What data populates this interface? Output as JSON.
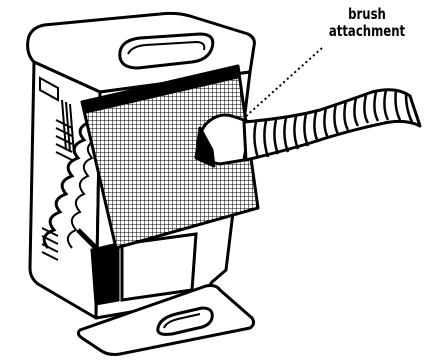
{
  "callout": {
    "line1": "brush",
    "line2": "attachment"
  },
  "colors": {
    "ink": "#000000",
    "paper": "#ffffff"
  },
  "icons": {
    "appliance": "dehumidifier-illustration",
    "hose": "vacuum-hose-illustration"
  }
}
